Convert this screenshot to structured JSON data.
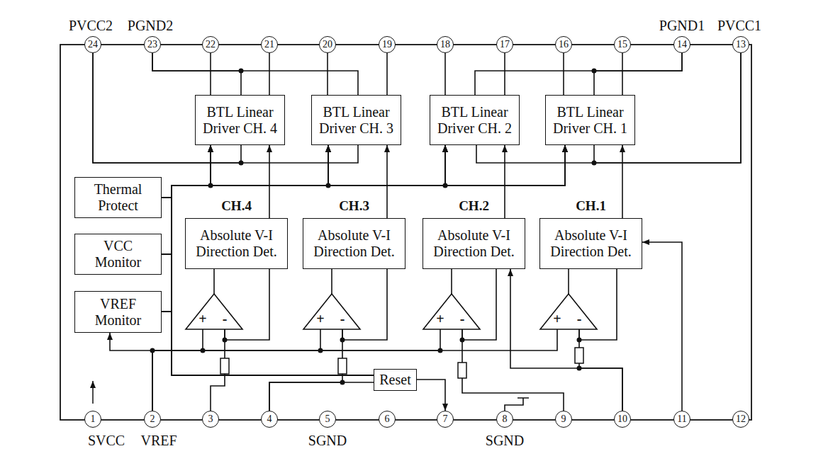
{
  "diagram": {
    "nodes": [
      {
        "text": [
          "24"
        ]
      },
      {
        "text": [
          "23"
        ]
      },
      {
        "text": [
          "22"
        ]
      },
      {
        "text": [
          "21"
        ]
      },
      {
        "text": [
          "20"
        ]
      },
      {
        "text": [
          "19"
        ]
      },
      {
        "text": [
          "18"
        ]
      },
      {
        "text": [
          "17"
        ]
      },
      {
        "text": [
          "16"
        ]
      },
      {
        "text": [
          "15"
        ]
      },
      {
        "text": [
          "14"
        ]
      },
      {
        "text": [
          "13"
        ]
      },
      {
        "text": [
          "BTL Linear Driver CH. 4"
        ]
      },
      {
        "text": [
          "BTL Linear Driver CH. 3"
        ]
      },
      {
        "text": [
          "BTL Linear Driver CH. 2"
        ]
      },
      {
        "text": [
          "BTL Linear Driver CH. 1"
        ]
      },
      {
        "text": [
          "Thermal Protect"
        ]
      },
      {
        "text": [
          "CH.4",
          "Absolute V-I Direction Det."
        ]
      },
      {
        "text": [
          "CH.3",
          "Absolute V-I Direction Det."
        ]
      },
      {
        "text": [
          "CH.2",
          "Absolute V-I Direction Det."
        ]
      },
      {
        "text": [
          "CH.1",
          "Absolute V-I Direction Det."
        ]
      },
      {
        "text": [
          "VCC Monitor"
        ]
      },
      {
        "text": [
          "VREF Monitor"
        ]
      },
      {
        "text": [
          "+",
          "-"
        ]
      },
      {
        "text": [
          "+",
          "-"
        ]
      },
      {
        "text": [
          "+",
          "-"
        ]
      },
      {
        "text": [
          "+",
          "-"
        ]
      },
      {
        "text": [
          "Reset"
        ]
      },
      {
        "text": [
          "1"
        ]
      },
      {
        "text": [
          "2"
        ]
      },
      {
        "text": [
          "3"
        ]
      },
      {
        "text": [
          "4"
        ]
      },
      {
        "text": [
          "5"
        ]
      },
      {
        "text": [
          "6"
        ]
      },
      {
        "text": [
          "7"
        ]
      },
      {
        "text": [
          "8"
        ]
      },
      {
        "text": [
          "9"
        ]
      },
      {
        "text": [
          "10"
        ]
      },
      {
        "text": [
          "11"
        ]
      },
      {
        "text": [
          "12"
        ]
      }
    ],
    "edges": [
      {
        "from": 2,
        "to": 12,
        "arrow": "none"
      },
      {
        "from": 3,
        "to": 12,
        "arrow": "none"
      },
      {
        "from": 4,
        "to": 13,
        "arrow": "none"
      },
      {
        "from": 5,
        "to": 13,
        "arrow": "none"
      },
      {
        "from": 6,
        "to": 14,
        "arrow": "none"
      },
      {
        "from": 7,
        "to": 14,
        "arrow": "none"
      },
      {
        "from": 8,
        "to": 15,
        "arrow": "none"
      },
      {
        "from": 9,
        "to": 15,
        "arrow": "none"
      },
      {
        "from": 1,
        "to": 12,
        "arrow": "none"
      },
      {
        "from": 1,
        "to": 13,
        "arrow": "none"
      },
      {
        "from": 10,
        "to": 14,
        "arrow": "none"
      },
      {
        "from": 10,
        "to": 15,
        "arrow": "none"
      },
      {
        "from": 0,
        "to": 12,
        "arrow": "none"
      },
      {
        "from": 0,
        "to": 13,
        "arrow": "none"
      },
      {
        "from": 11,
        "to": 14,
        "arrow": "none"
      },
      {
        "from": 11,
        "to": 15,
        "arrow": "none"
      },
      {
        "from": 17,
        "to": 12,
        "arrow": "to"
      },
      {
        "from": 18,
        "to": 13,
        "arrow": "to"
      },
      {
        "from": 19,
        "to": 14,
        "arrow": "to"
      },
      {
        "from": 20,
        "to": 15,
        "arrow": "to"
      },
      {
        "from": 16,
        "to": 12,
        "arrow": "to"
      },
      {
        "from": 16,
        "to": 13,
        "arrow": "to"
      },
      {
        "from": 16,
        "to": 14,
        "arrow": "to"
      },
      {
        "from": 16,
        "to": 15,
        "arrow": "to"
      },
      {
        "from": 21,
        "to": 12,
        "arrow": "to"
      },
      {
        "from": 21,
        "to": 13,
        "arrow": "to"
      },
      {
        "from": 21,
        "to": 14,
        "arrow": "to"
      },
      {
        "from": 21,
        "to": 15,
        "arrow": "to"
      },
      {
        "from": 22,
        "to": 12,
        "arrow": "to"
      },
      {
        "from": 22,
        "to": 13,
        "arrow": "to"
      },
      {
        "from": 22,
        "to": 14,
        "arrow": "to"
      },
      {
        "from": 22,
        "to": 15,
        "arrow": "to"
      },
      {
        "from": 27,
        "to": 12,
        "arrow": "to"
      },
      {
        "from": 27,
        "to": 13,
        "arrow": "to"
      },
      {
        "from": 27,
        "to": 14,
        "arrow": "to"
      },
      {
        "from": 27,
        "to": 15,
        "arrow": "to"
      },
      {
        "from": 23,
        "to": 17,
        "arrow": "none"
      },
      {
        "from": 24,
        "to": 18,
        "arrow": "none"
      },
      {
        "from": 25,
        "to": 19,
        "arrow": "none"
      },
      {
        "from": 26,
        "to": 20,
        "arrow": "none"
      },
      {
        "from": 17,
        "to": 23,
        "arrow": "none"
      },
      {
        "from": 18,
        "to": 24,
        "arrow": "none"
      },
      {
        "from": 19,
        "to": 25,
        "arrow": "none"
      },
      {
        "from": 20,
        "to": 26,
        "arrow": "none"
      },
      {
        "from": 29,
        "to": 22,
        "arrow": "to"
      },
      {
        "from": 29,
        "to": 23,
        "arrow": "none"
      },
      {
        "from": 29,
        "to": 24,
        "arrow": "none"
      },
      {
        "from": 29,
        "to": 25,
        "arrow": "none"
      },
      {
        "from": 29,
        "to": 26,
        "arrow": "none"
      },
      {
        "from": 30,
        "to": 23,
        "arrow": "none"
      },
      {
        "from": 31,
        "to": 24,
        "arrow": "none"
      },
      {
        "from": 31,
        "to": 27,
        "arrow": "none"
      },
      {
        "from": 27,
        "to": 34,
        "arrow": "to"
      },
      {
        "from": 36,
        "to": 25,
        "arrow": "none"
      },
      {
        "from": 37,
        "to": 26,
        "arrow": "none"
      },
      {
        "from": 37,
        "to": 19,
        "arrow": "to"
      },
      {
        "from": 38,
        "to": 20,
        "arrow": "to"
      }
    ],
    "labels": [
      "PVCC2",
      "PGND2",
      "PGND1",
      "PVCC1",
      "SVCC",
      "VREF",
      "SGND",
      "SGND"
    ]
  }
}
